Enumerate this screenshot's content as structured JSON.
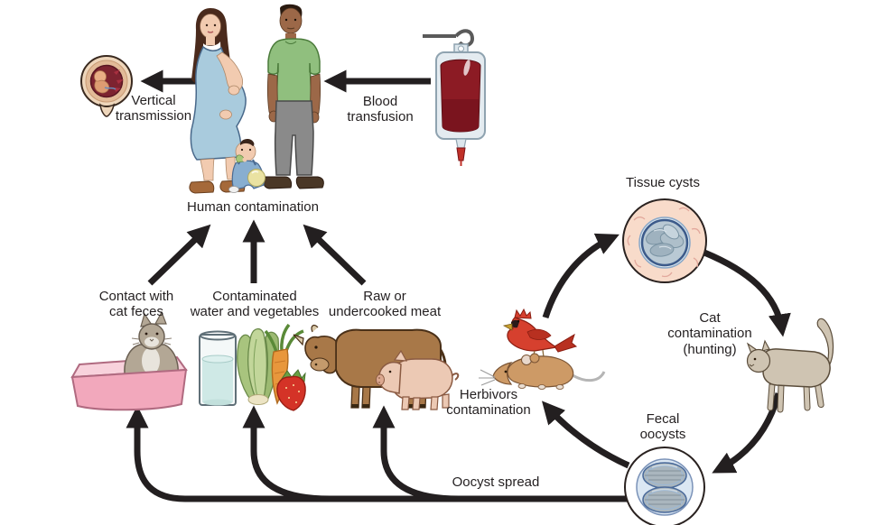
{
  "diagram": {
    "labels": {
      "vertical_transmission": "Vertical\ntransmission",
      "blood_transfusion": "Blood\ntransfusion",
      "human_contamination": "Human contamination",
      "contact_cat_feces": "Contact with\ncat feces",
      "contaminated_water": "Contaminated\nwater and vegetables",
      "raw_meat": "Raw or\nundercooked meat",
      "tissue_cysts": "Tissue cysts",
      "cat_contamination": "Cat\ncontamination\n(hunting)",
      "fecal_oocysts": "Fecal\noocysts",
      "herbivors_contamination": "Herbivors\ncontamination",
      "oocyst_spread": "Oocyst spread"
    },
    "colors": {
      "arrow": "#231f20",
      "text": "#231f20",
      "background": "#ffffff",
      "woman_dress": "#a9cbdd",
      "man_shirt": "#90bf7e",
      "man_pants": "#8a8a8a",
      "blood": "#8c1b24",
      "litter_box": "#f2a8bc",
      "litter_cat": "#b3a795",
      "hunting_cat": "#cfc4b2",
      "cow": "#a87848",
      "pig": "#ecc9b4",
      "bird": "#d6402e",
      "mouse": "#cd9a66",
      "tissue_cyst_ring": "#f8dbca",
      "oocyst_inner": "#dbe7f3"
    }
  }
}
